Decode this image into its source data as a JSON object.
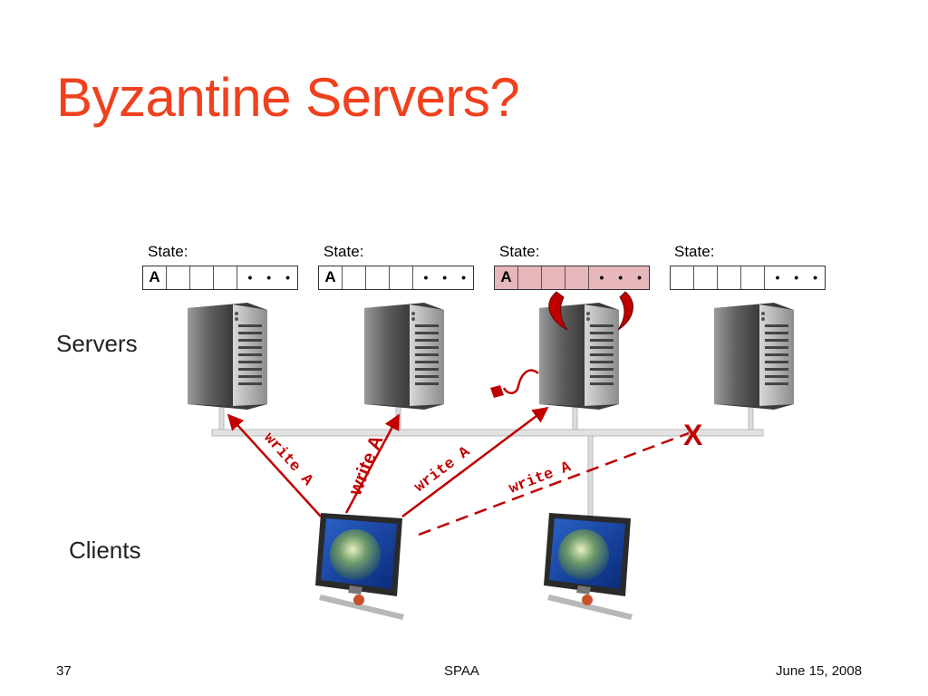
{
  "slide": {
    "title": "Byzantine Servers?",
    "servers_label": "Servers",
    "clients_label": "Clients"
  },
  "state_label": "State:",
  "servers": [
    {
      "cells": [
        "A",
        "",
        "",
        ""
      ],
      "dots": "• • •",
      "byzantine": false
    },
    {
      "cells": [
        "A",
        "",
        "",
        ""
      ],
      "dots": "• • •",
      "byzantine": false
    },
    {
      "cells": [
        "A",
        "",
        "",
        ""
      ],
      "dots": "• • •",
      "byzantine": true
    },
    {
      "cells": [
        "",
        "",
        "",
        ""
      ],
      "dots": "• • •",
      "byzantine": false
    }
  ],
  "messages": [
    {
      "label": "write A",
      "style": "solid",
      "target": "server-1"
    },
    {
      "label": "write A",
      "style": "solid",
      "target": "server-2"
    },
    {
      "label": "write A",
      "style": "solid",
      "target": "server-3"
    },
    {
      "label": "write A",
      "style": "dashed",
      "target": "server-4"
    }
  ],
  "failed_marker": "X",
  "footer": {
    "page_number": "37",
    "center": "SPAA",
    "date": "June 15, 2008"
  },
  "colors": {
    "title": "#f0401e",
    "arrow": "#c00000",
    "byzantine_fill": "#e7b7bb"
  }
}
